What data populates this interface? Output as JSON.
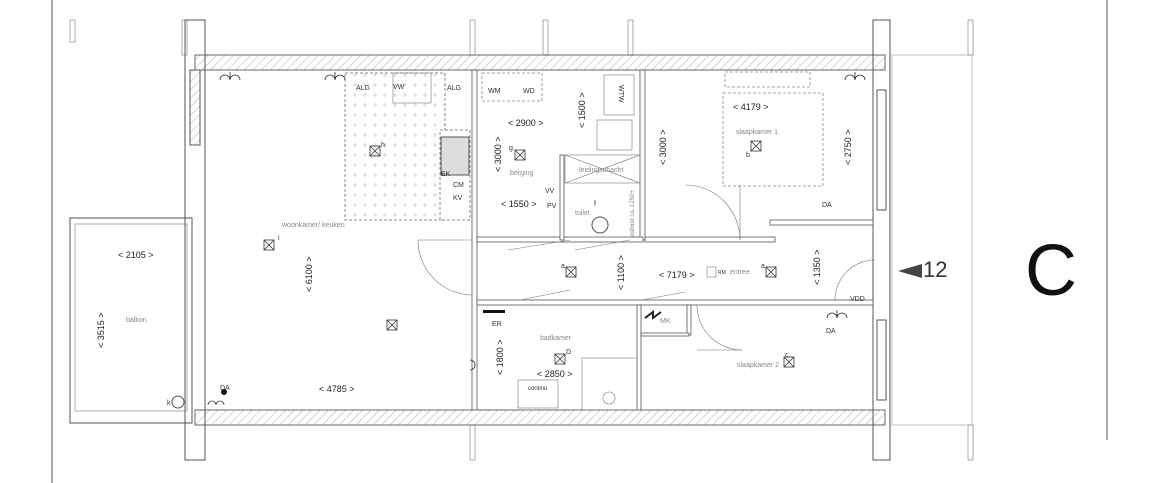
{
  "grid_label": "C",
  "section_marker": "12",
  "rooms": {
    "living": "woonkamer/ keuken",
    "storage": "berging",
    "shaft": "leidingschacht",
    "toilet": "toilet",
    "bedroom1": "slaapkamer 1",
    "entrance": "entree",
    "bathroom": "badkamer",
    "bedroom2": "slaapkamer 2",
    "balcony": "balkon"
  },
  "dimensions": {
    "d2900": "< 2900 >",
    "d1500": "< 1500 >",
    "d3000a": "< 3000 >",
    "d1550": "< 1550 >",
    "d3000b": "< 3000 >",
    "d4179": "< 4179 >",
    "d2750": "< 2750 >",
    "d6100": "< 6100 >",
    "d1100": "< 1100 >",
    "d7179": "< 7179 >",
    "d1350": "< 1350 >",
    "d1800": "< 1800 >",
    "d2850": "< 2850 >",
    "d4785": "< 4785 >",
    "d2105": "< 2105 >",
    "d3515": "< 3515 >",
    "plafond": "plafond ca. 1250+"
  },
  "symbols": {
    "alg1": "ALG",
    "vw": "VW",
    "alg2": "ALG",
    "wm": "WM",
    "wd": "WD",
    "wtw": "WTW",
    "ek": "EK",
    "cm": "CM",
    "kv": "KV",
    "vv": "VV",
    "pv": "PV",
    "er": "ER",
    "mk": "MK",
    "vdd": "VDD",
    "da1": "DA",
    "da2": "DA",
    "da3": "DA",
    "continu": "continu",
    "rm": "RM",
    "h": "h",
    "g": "g",
    "b": "b",
    "a1": "a",
    "a2": "a",
    "c": "c",
    "d": "D",
    "i": "i",
    "k": "k",
    "f": "f"
  }
}
